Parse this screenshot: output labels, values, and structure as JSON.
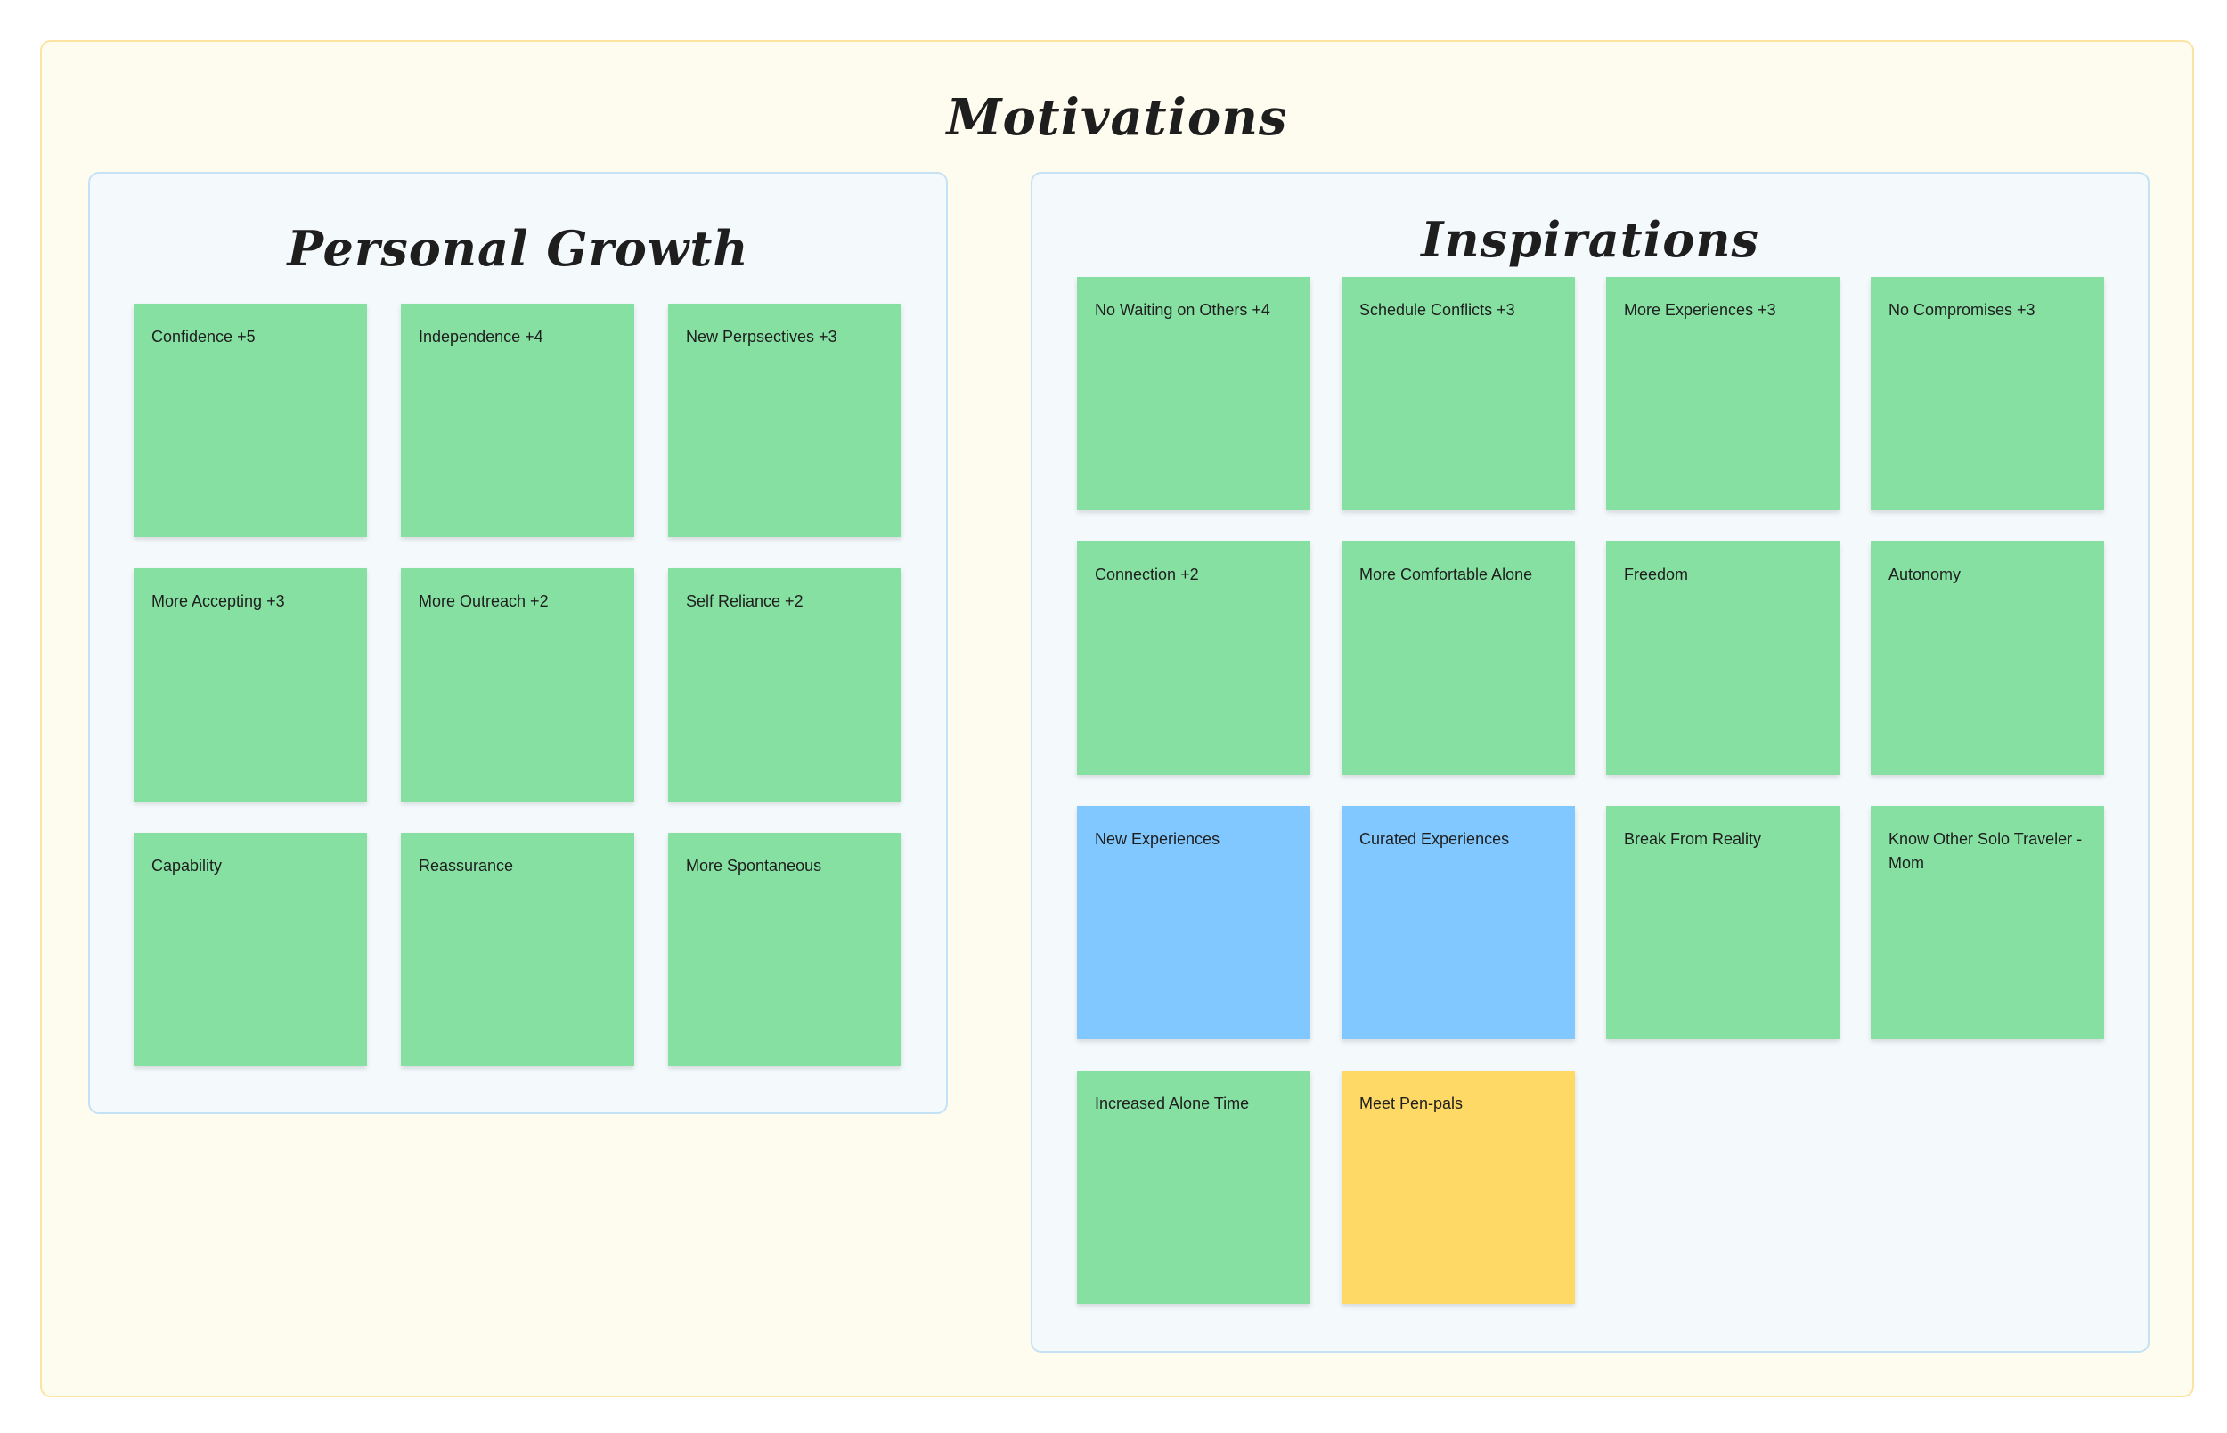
{
  "board": {
    "title": "Motivations",
    "background": "#fefcef"
  },
  "colors": {
    "green": "#86e0a2",
    "blue": "#80c8ff",
    "yellow": "#ffd966"
  },
  "personal_growth": {
    "title": "Personal Growth",
    "notes": [
      {
        "text": "Confidence +5",
        "color": "green"
      },
      {
        "text": "Independence +4",
        "color": "green"
      },
      {
        "text": "New Perpsectives +3",
        "color": "green"
      },
      {
        "text": "More Accepting +3",
        "color": "green"
      },
      {
        "text": "More Outreach +2",
        "color": "green"
      },
      {
        "text": "Self Reliance +2",
        "color": "green"
      },
      {
        "text": "Capability",
        "color": "green"
      },
      {
        "text": "Reassurance",
        "color": "green"
      },
      {
        "text": "More Spontaneous",
        "color": "green"
      }
    ]
  },
  "inspirations": {
    "title": "Inspirations",
    "notes": [
      {
        "text": "No Waiting on Others +4",
        "color": "green"
      },
      {
        "text": "Schedule Conflicts +3",
        "color": "green"
      },
      {
        "text": "More Experiences +3",
        "color": "green"
      },
      {
        "text": "No Compromises +3",
        "color": "green"
      },
      {
        "text": "Connection +2",
        "color": "green"
      },
      {
        "text": "More Comfortable Alone",
        "color": "green"
      },
      {
        "text": "Freedom",
        "color": "green"
      },
      {
        "text": "Autonomy",
        "color": "green"
      },
      {
        "text": "New Experiences",
        "color": "blue"
      },
      {
        "text": "Curated Experiences",
        "color": "blue"
      },
      {
        "text": "Break From Reality",
        "color": "green"
      },
      {
        "text": "Know Other Solo Traveler - Mom",
        "color": "green"
      },
      {
        "text": "Increased Alone Time",
        "color": "green"
      },
      {
        "text": "Meet Pen-pals",
        "color": "yellow"
      }
    ]
  }
}
